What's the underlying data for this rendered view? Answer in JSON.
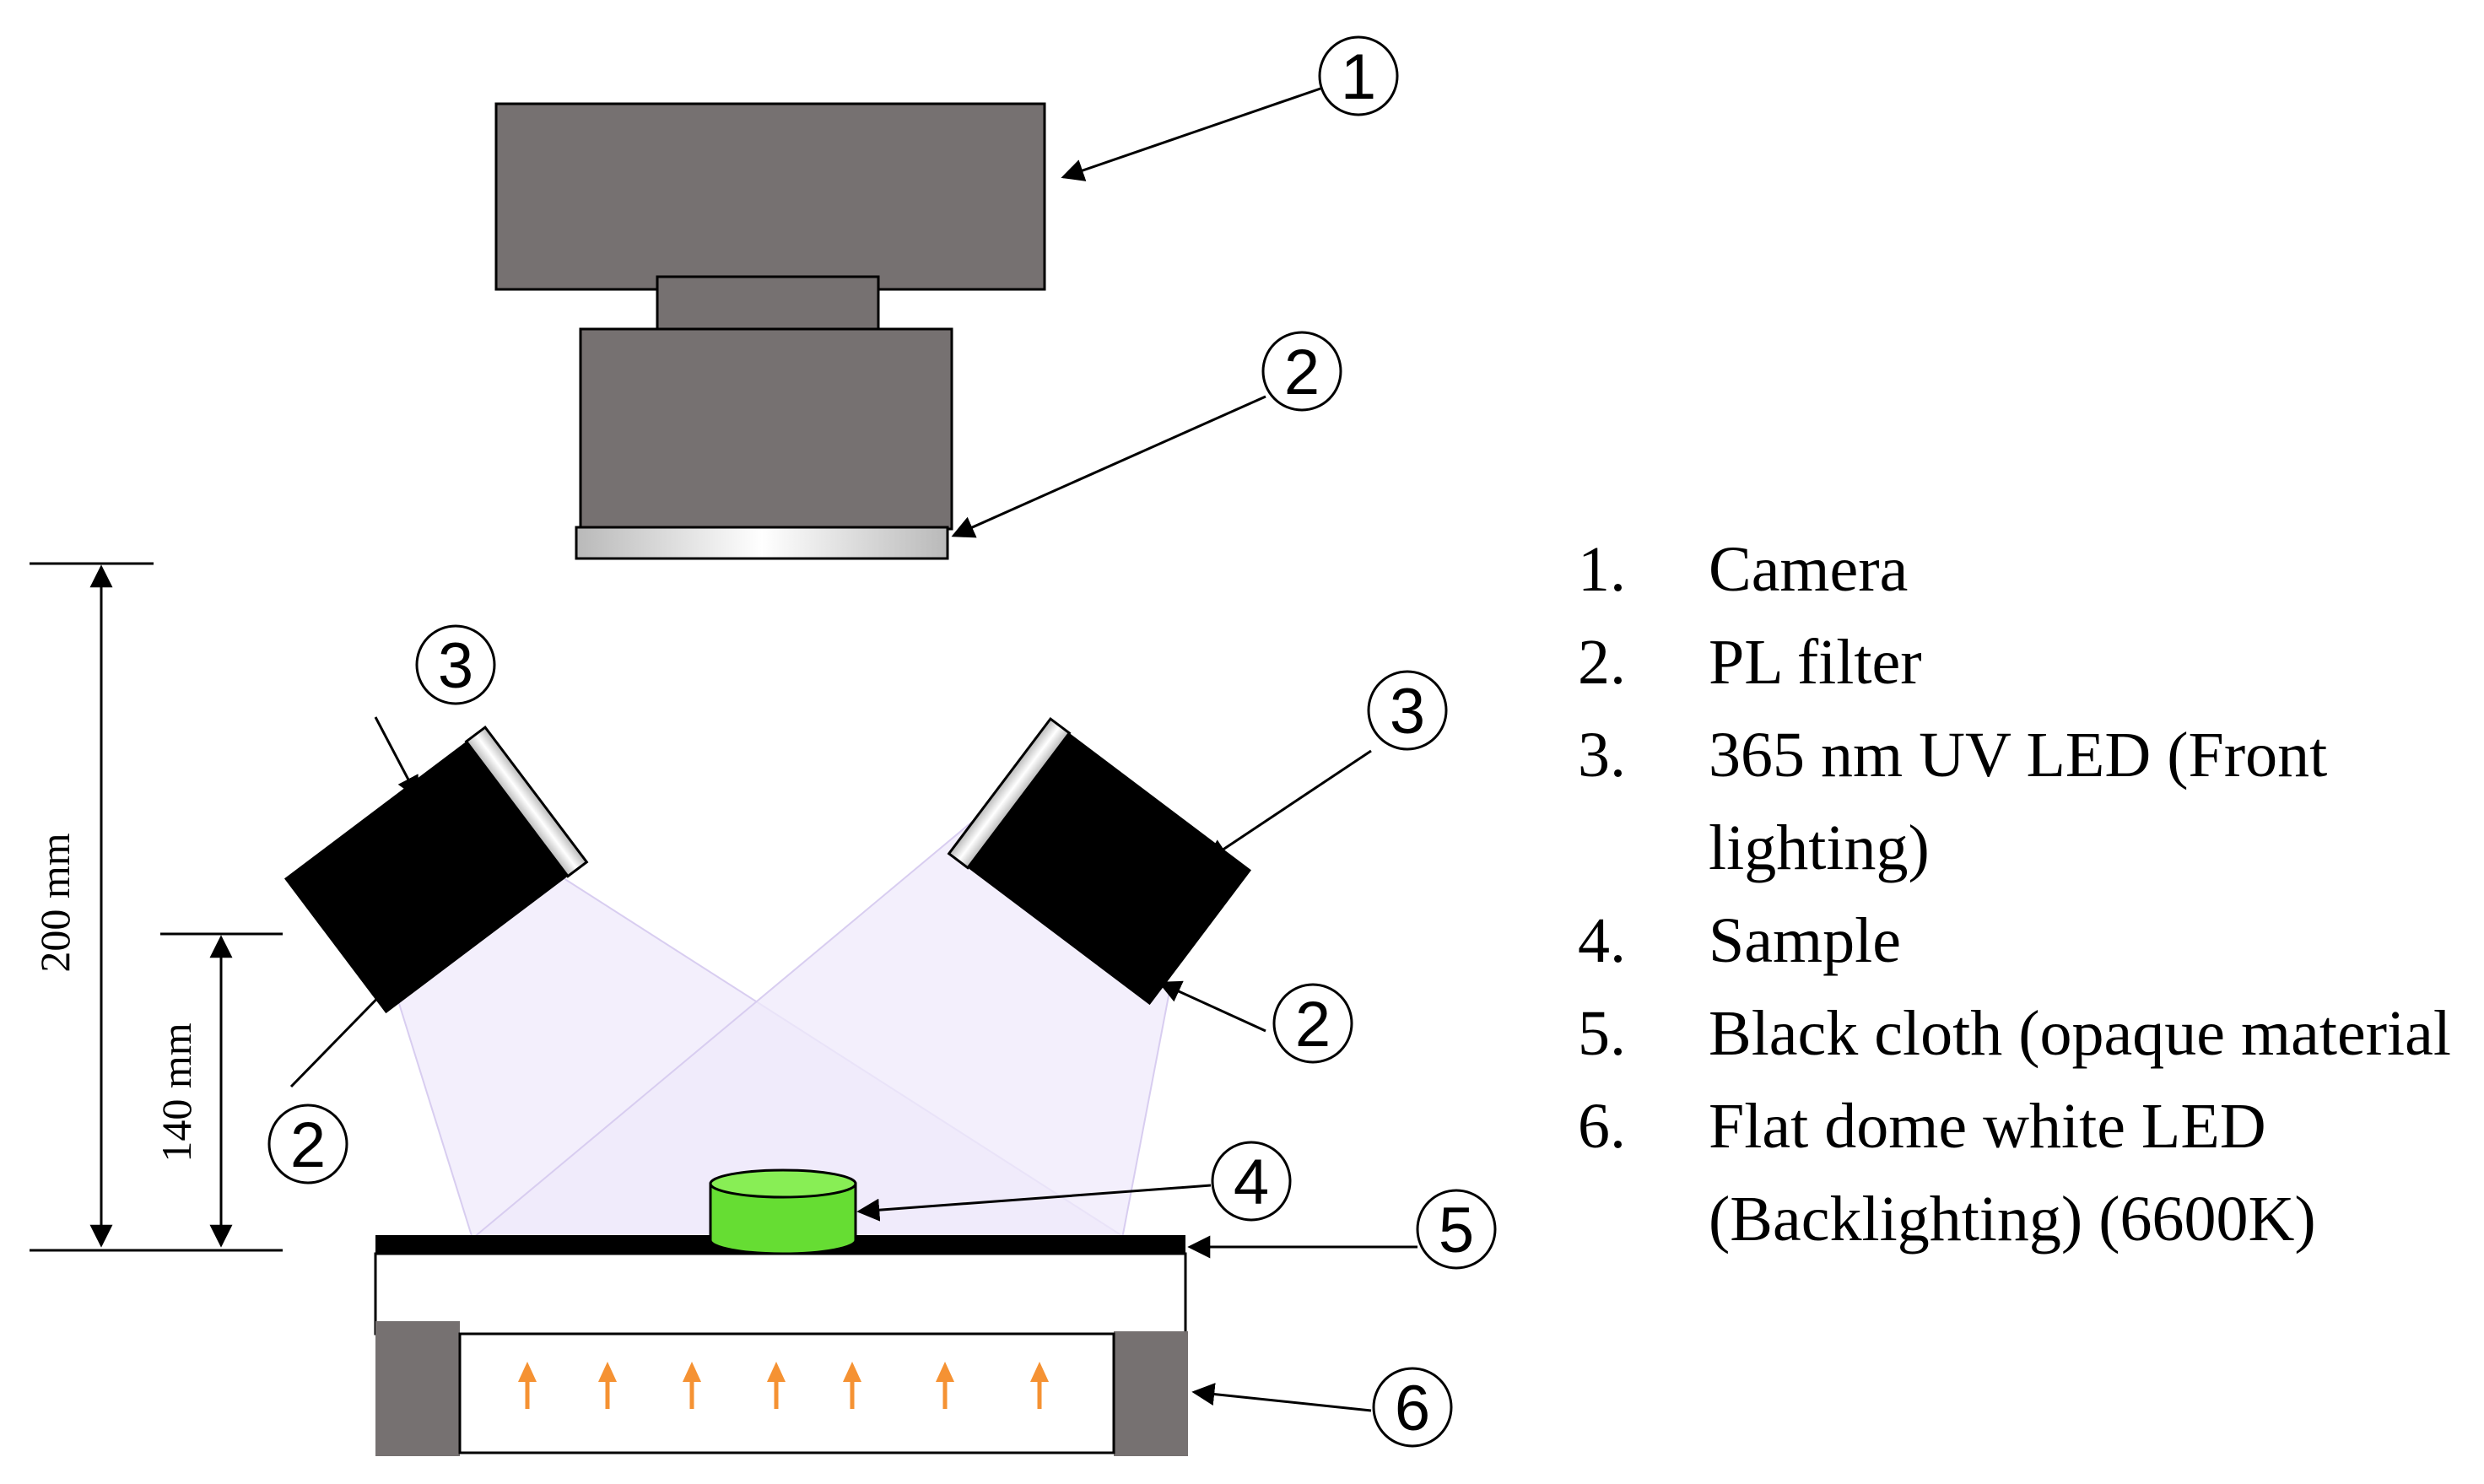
{
  "callouts": {
    "camera": "1",
    "pl_filter_top": "2",
    "uv_led_left": "3",
    "uv_led_right": "3",
    "pl_filter_left": "2",
    "pl_filter_right": "2",
    "sample": "4",
    "black_cloth": "5",
    "backlight": "6"
  },
  "dimensions": {
    "outer": "200 mm",
    "inner": "140 mm"
  },
  "legend": [
    {
      "num": "1.",
      "text": "Camera"
    },
    {
      "num": "2.",
      "text": "PL filter"
    },
    {
      "num": "3.",
      "text": "365 nm UV LED (Front lighting)"
    },
    {
      "num": "4.",
      "text": "Sample"
    },
    {
      "num": "5.",
      "text": "Black cloth (opaque material"
    },
    {
      "num": "6.",
      "text": "Flat dome white LED (Backlighting)  (6600K)"
    }
  ],
  "colors": {
    "camera_body": "#767171",
    "uv_led": "#000000",
    "uv_beam": "#e9e2f8",
    "sample": "#66dd33",
    "backlight_arrow": "#f59233",
    "backlight_frame": "#767171"
  }
}
